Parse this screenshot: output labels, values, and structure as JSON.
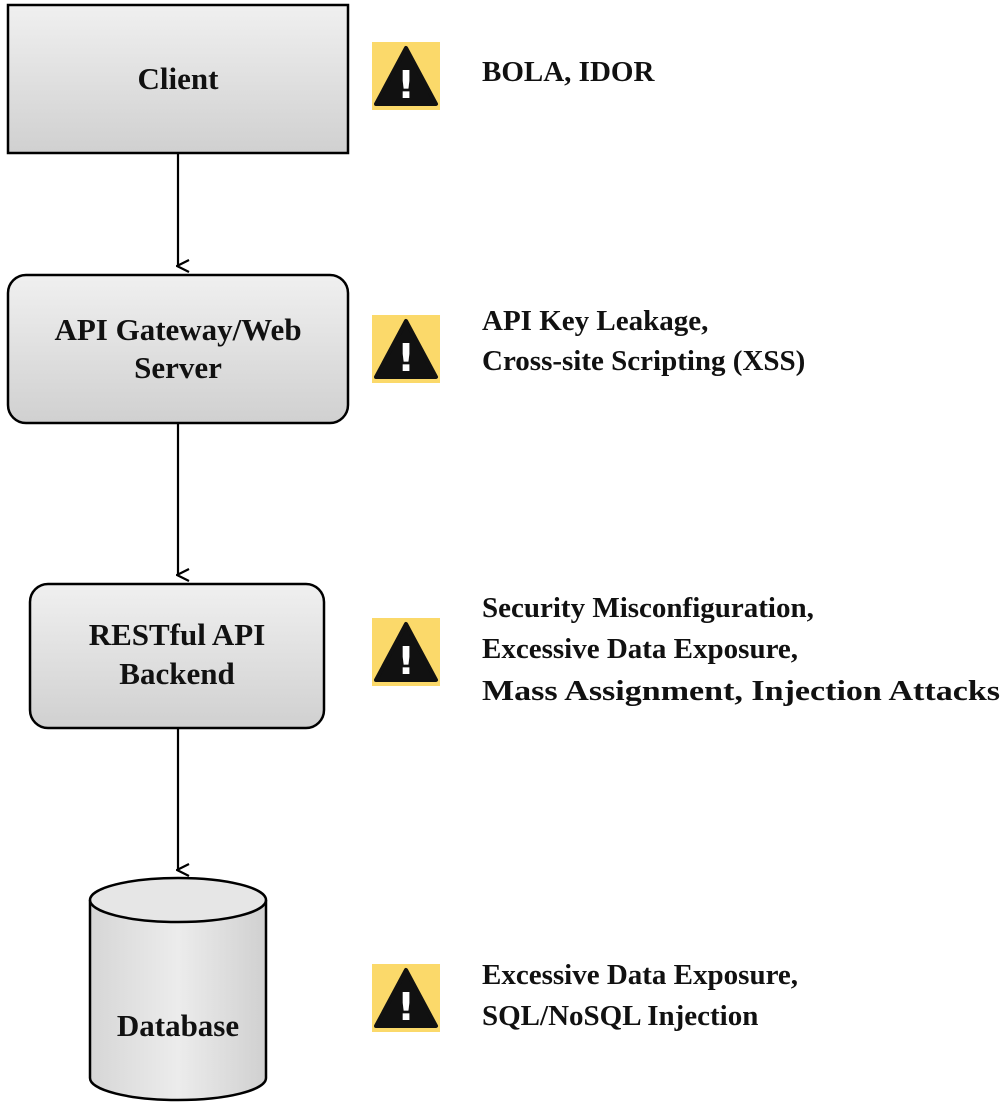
{
  "nodes": {
    "client": {
      "lines": [
        "Client"
      ]
    },
    "gateway": {
      "lines": [
        "API Gateway/Web",
        "Server"
      ]
    },
    "backend": {
      "lines": [
        "RESTful API",
        "Backend"
      ]
    },
    "database": {
      "lines": [
        "Database"
      ]
    }
  },
  "risks": {
    "client": {
      "lines": [
        "BOLA, IDOR"
      ]
    },
    "gateway": {
      "lines": [
        "API Key Leakage,",
        "Cross-site Scripting (XSS)"
      ]
    },
    "backend": {
      "lines": [
        "Security Misconfiguration,",
        "Excessive Data Exposure,",
        "Mass Assignment, Injection Attacks"
      ]
    },
    "database": {
      "lines": [
        "Excessive Data Exposure,",
        "SQL/NoSQL Injection"
      ]
    }
  },
  "warning_mark": "!",
  "colors": {
    "node_fill_top": "#f0f0f0",
    "node_fill_bottom": "#d0d0d0",
    "warning_badge": "#fbd96a",
    "warning_triangle": "#111111"
  }
}
